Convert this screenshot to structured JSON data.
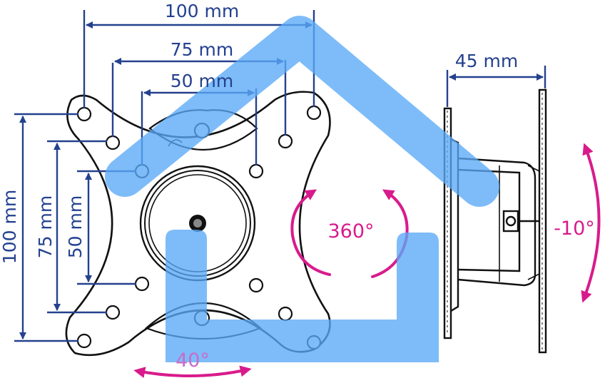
{
  "labels": {
    "h100": "100 mm",
    "h75": "75 mm",
    "h50": "50 mm",
    "v100": "100 mm",
    "v75": "75 mm",
    "v50": "50 mm",
    "depth": "45 mm",
    "rotation": "360°",
    "swivel": "40°",
    "tilt": "-10°"
  },
  "colors": {
    "dimension": "#24418f",
    "rotation": "#d81b8c",
    "line": "#111111",
    "watermark": "#5aa9f7"
  }
}
